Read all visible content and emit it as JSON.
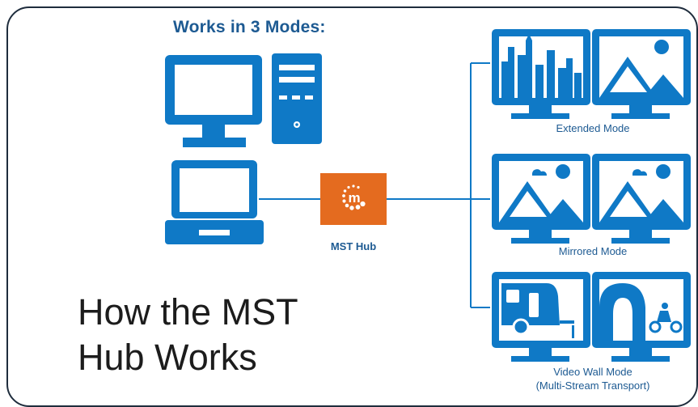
{
  "heading": "Works in 3 Modes:",
  "title_line1": "How the MST",
  "title_line2": "Hub Works",
  "hub": {
    "label": "MST Hub",
    "logo_letter": "m"
  },
  "modes": {
    "extended": "Extended Mode",
    "mirrored": "Mirrored Mode",
    "videowall_line1": "Video Wall Mode",
    "videowall_line2": "(Multi-Stream Transport)"
  },
  "colors": {
    "primary_blue": "#0f79c6",
    "dark_blue": "#1d5a92",
    "hub_orange": "#e46b1f",
    "border": "#1f2d3d"
  },
  "icons": [
    "desktop-monitor-icon",
    "desktop-tower-icon",
    "laptop-icon",
    "mst-hub-logo-icon",
    "monitor-icon"
  ]
}
